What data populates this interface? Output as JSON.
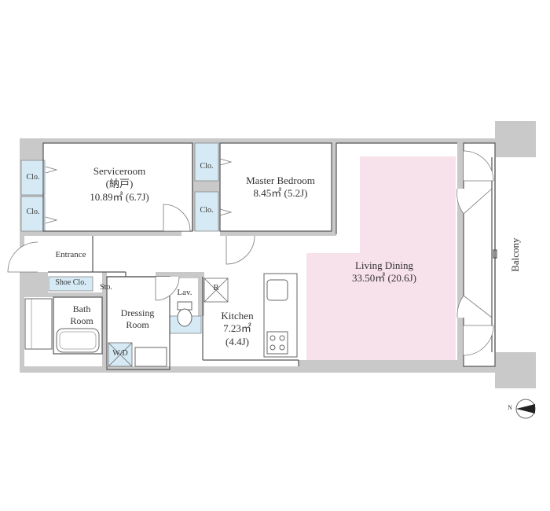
{
  "rooms": {
    "serviceroom": {
      "name": "Serviceroom",
      "sub": "(納戸)",
      "area": "10.89㎡ (6.7J)"
    },
    "master_bedroom": {
      "name": "Master Bedroom",
      "area": "8.45㎡ (5.2J)"
    },
    "living_dining": {
      "name": "Living Dining",
      "area": "33.50㎡ (20.6J)"
    },
    "kitchen": {
      "name": "Kitchen",
      "area": "7.23㎡",
      "area_j": "(4.4J)"
    },
    "dressing_room": {
      "name": "Dressing",
      "name2": "Room"
    },
    "bath_room": {
      "name": "Bath",
      "name2": "Room"
    }
  },
  "labels": {
    "clo": "Clo.",
    "entrance": "Entrance",
    "shoe_clo": "Shoe Clo.",
    "sto": "Sto.",
    "lav": "Lav.",
    "r": "R",
    "wd": "W/D",
    "balcony": "Balcony"
  },
  "compass": {
    "label": "N"
  },
  "colors": {
    "wall": "#c9c9c9",
    "closet": "#d6eaf5",
    "living": "#f7e1ea",
    "line": "#555555"
  }
}
